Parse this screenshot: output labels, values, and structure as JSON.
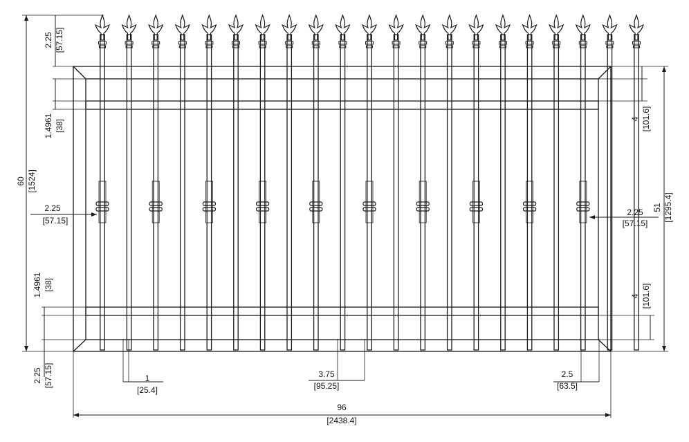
{
  "drawing": {
    "title": "",
    "panel_width": {
      "inch": "96",
      "mm": "[2438.4]"
    },
    "overall_height": {
      "inch": "60",
      "mm": "[1524]"
    },
    "panel_height": {
      "inch": "51",
      "mm": "[1295.4]"
    },
    "top_offset": {
      "inch": "2.25",
      "mm": "[57.15]"
    },
    "bottom_offset": {
      "inch": "2.25",
      "mm": "[57.15]"
    },
    "rail_height_top": {
      "inch": "1.4961",
      "mm": "[38]"
    },
    "rail_height_bottom": {
      "inch": "1.4961",
      "mm": "[38]"
    },
    "left_offset": {
      "inch": "2.25",
      "mm": "[57.15]"
    },
    "right_offset": {
      "inch": "2.25",
      "mm": "[57.15]"
    },
    "rail_spacing_top": {
      "inch": "4",
      "mm": "[101.6]"
    },
    "rail_spacing_bottom": {
      "inch": "4",
      "mm": "[101.6]"
    },
    "picket_width": {
      "inch": "1",
      "mm": "[25.4]"
    },
    "picket_spacing": {
      "inch": "3.75",
      "mm": "[95.25]"
    },
    "post_width": {
      "inch": "2.5",
      "mm": "[63.5]"
    }
  },
  "colors": {
    "line": "#1a1a1a",
    "background": "#ffffff"
  }
}
